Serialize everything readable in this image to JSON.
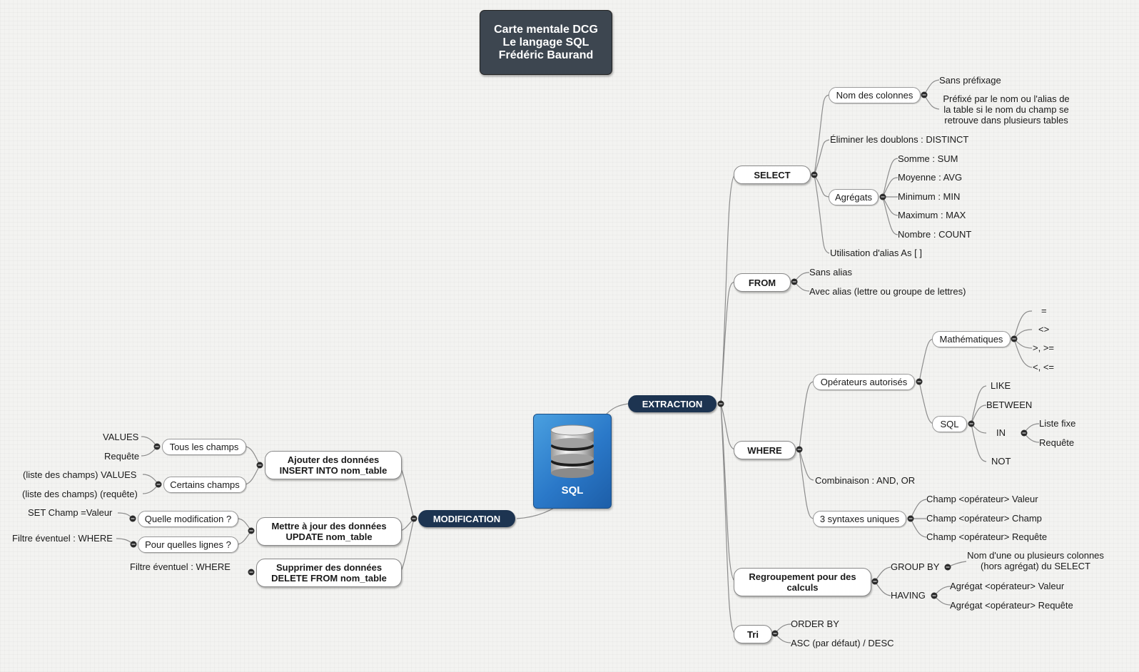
{
  "title": {
    "line1": "Carte mentale DCG",
    "line2": "Le langage SQL",
    "line3": "Frédéric Baurand"
  },
  "center": {
    "label": "SQL",
    "icon": "database-icon"
  },
  "extraction": {
    "label": "EXTRACTION",
    "select": {
      "label": "SELECT",
      "nom_colonnes": "Nom des colonnes",
      "sans_prefixage": "Sans préfixage",
      "prefixe": [
        "Préfixé par le nom ou l'alias de",
        "la table si le nom du champ se",
        "retrouve dans plusieurs tables"
      ],
      "doublons": "Éliminer les doublons : DISTINCT",
      "agregats": "Agrégats",
      "agregats_items": [
        "Somme : SUM",
        "Moyenne : AVG",
        "Minimum : MIN",
        "Maximum : MAX",
        "Nombre : COUNT"
      ],
      "alias": "Utilisation d'alias As [ ]"
    },
    "from": {
      "label": "FROM",
      "sans_alias": "Sans alias",
      "avec_alias": "Avec alias (lettre ou groupe de lettres)"
    },
    "where": {
      "label": "WHERE",
      "operateurs": "Opérateurs autorisés",
      "mathematiques": "Mathématiques",
      "math_items": [
        "=",
        "<>",
        ">, >=",
        "<, <="
      ],
      "sql": "SQL",
      "sql_items": [
        "LIKE",
        "BETWEEN",
        "IN",
        "NOT"
      ],
      "in_items": [
        "Liste fixe",
        "Requête"
      ],
      "combinaison": "Combinaison : AND, OR",
      "syntaxes": "3 syntaxes uniques",
      "syntaxes_items": [
        "Champ <opérateur> Valeur",
        "Champ <opérateur> Champ",
        "Champ <opérateur> Requête"
      ]
    },
    "regroupement": {
      "label": [
        "Regroupement pour des",
        "calculs"
      ],
      "group_by": "GROUP BY",
      "group_by_detail": [
        "Nom d'une ou plusieurs colonnes",
        "(hors agrégat) du SELECT"
      ],
      "having": "HAVING",
      "having_items": [
        "Agrégat <opérateur> Valeur",
        "Agrégat <opérateur> Requête"
      ]
    },
    "tri": {
      "label": "Tri",
      "order_by": "ORDER BY",
      "asc": "ASC (par défaut) / DESC"
    }
  },
  "modification": {
    "label": "MODIFICATION",
    "ajouter": {
      "label": [
        "Ajouter des données",
        "INSERT INTO nom_table"
      ],
      "tous": "Tous les champs",
      "tous_items": [
        "VALUES",
        "Requête"
      ],
      "certains": "Certains champs",
      "certains_items": [
        "(liste des champs) VALUES",
        "(liste des champs) (requête)"
      ]
    },
    "mettre": {
      "label": [
        "Mettre à jour des données",
        "UPDATE nom_table"
      ],
      "quelle": "Quelle modification ?",
      "quelle_item": "SET Champ =Valeur",
      "pour": "Pour quelles lignes ?",
      "pour_item": "Filtre éventuel : WHERE"
    },
    "supprimer": {
      "label": [
        "Supprimer des données",
        "DELETE FROM nom_table"
      ],
      "item": "Filtre éventuel : WHERE"
    }
  }
}
